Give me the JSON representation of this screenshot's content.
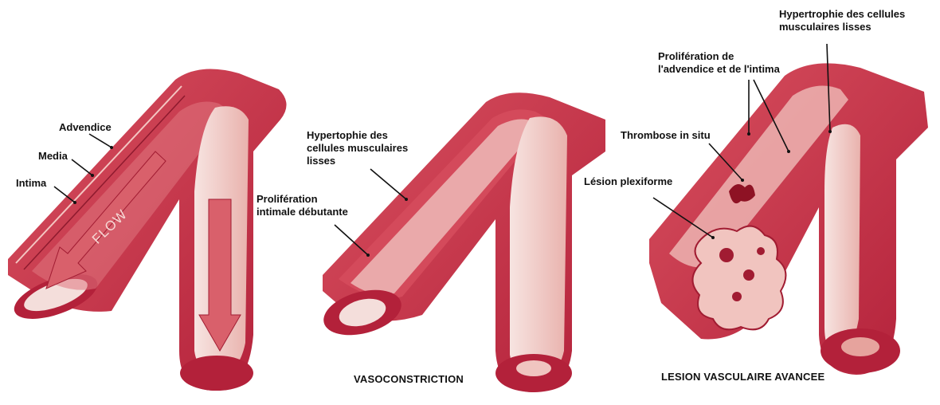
{
  "colors": {
    "vessel_dark": "#b3213a",
    "vessel_mid": "#cf3d4f",
    "vessel_light": "#e3707a",
    "lumen": "#f4dedb",
    "intima": "#f2c9c4",
    "leader": "#111111"
  },
  "panel1": {
    "labels": {
      "advendice": "Advendice",
      "media": "Media",
      "intima": "Intima",
      "flow": "FLOW"
    }
  },
  "panel2": {
    "labels": {
      "hypertrophy": "Hypertophie des\ncellules musculaires\nlisses",
      "proliferation": "Prolifération\nintimale débutante"
    },
    "caption": "VASOCONSTRICTION"
  },
  "panel3": {
    "labels": {
      "hypertrophy": "Hypertrophie des cellules\nmusculaires lisses",
      "proliferation": "Prolifération de\nl'advendice et de l'intima",
      "thrombosis": "Thrombose in situ",
      "plexiform": "Lésion plexiforme"
    },
    "caption": "LESION VASCULAIRE AVANCEE"
  }
}
